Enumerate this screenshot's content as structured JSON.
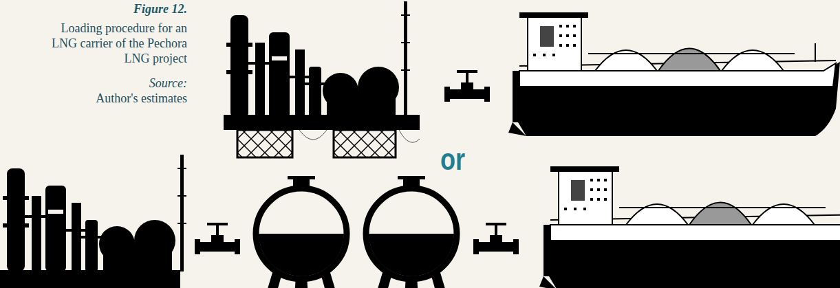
{
  "diagram": {
    "title": "Figure 12.",
    "caption": "Loading procedure for an LNG carrier of the Pechora LNG project",
    "labels": [
      "Source:",
      "Author's estimates",
      "or"
    ]
  }
}
